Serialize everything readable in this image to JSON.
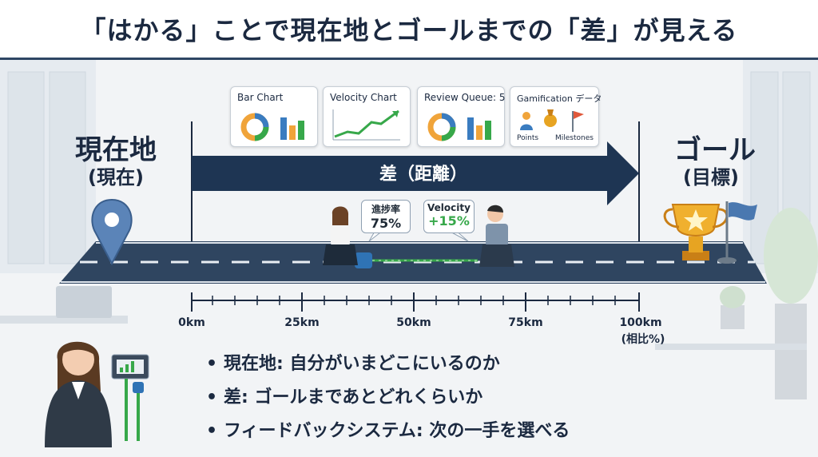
{
  "title": "「はかる」ことで現在地とゴールまでの「差」が見える",
  "left": {
    "label": "現在地",
    "sub": "(現在)"
  },
  "right": {
    "label": "ゴール",
    "sub": "(目標)"
  },
  "arrow_label": "差（距離）",
  "cards": [
    {
      "title": "Bar Chart"
    },
    {
      "title": "Velocity Chart"
    },
    {
      "title": "Review Queue: 5"
    },
    {
      "title": "Gamification データ",
      "items": [
        "Points",
        "Milestones"
      ]
    }
  ],
  "bubbles": {
    "progress": {
      "label": "進捗率",
      "value": "75%"
    },
    "velocity": {
      "label": "Velocity",
      "value": "+15%"
    }
  },
  "scale": {
    "ticks": [
      "0km",
      "25km",
      "50km",
      "75km",
      "100km"
    ],
    "tick_sub": "(相比%)"
  },
  "bullets": [
    "現在地: 自分がいまどこにいるのか",
    "差: ゴールまであとどれくらいか",
    "フィードバックシステム: 次の一手を選べる"
  ],
  "colors": {
    "navy": "#1e3553",
    "road": "#2f4560",
    "accent_green": "#37a84a",
    "gold": "#e7a422"
  }
}
